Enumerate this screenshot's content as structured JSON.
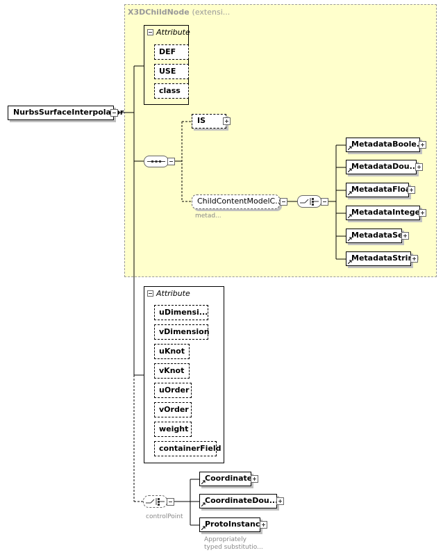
{
  "extension": {
    "title": "X3DChildNode",
    "subtitle": "(extensi..."
  },
  "root": {
    "label": "NurbsSurfaceInterpolator"
  },
  "inherited_attributes": {
    "heading": "Attribute",
    "items": [
      "DEF",
      "USE",
      "class"
    ]
  },
  "sequence": {
    "is_element": "IS",
    "child_content": {
      "label": "ChildContentModelC...",
      "note": "metad..."
    },
    "metadata_items": [
      "MetadataBoole...",
      "MetadataDou...",
      "MetadataFloat",
      "MetadataInteger",
      "MetadataSet",
      "MetadataString"
    ]
  },
  "own_attributes": {
    "heading": "Attribute",
    "items": [
      "uDimensi...",
      "vDimension",
      "uKnot",
      "vKnot",
      "uOrder",
      "vOrder",
      "weight",
      "containerField"
    ]
  },
  "control_point": {
    "label": "controlPoint",
    "items": [
      "Coordinate",
      "CoordinateDou...",
      "ProtoInstance"
    ],
    "note_lines": [
      "Appropriately",
      "typed substitutio..."
    ]
  },
  "colors": {
    "extension_fill": "#ffffcc",
    "extension_border": "#999999",
    "line": "#000000"
  }
}
